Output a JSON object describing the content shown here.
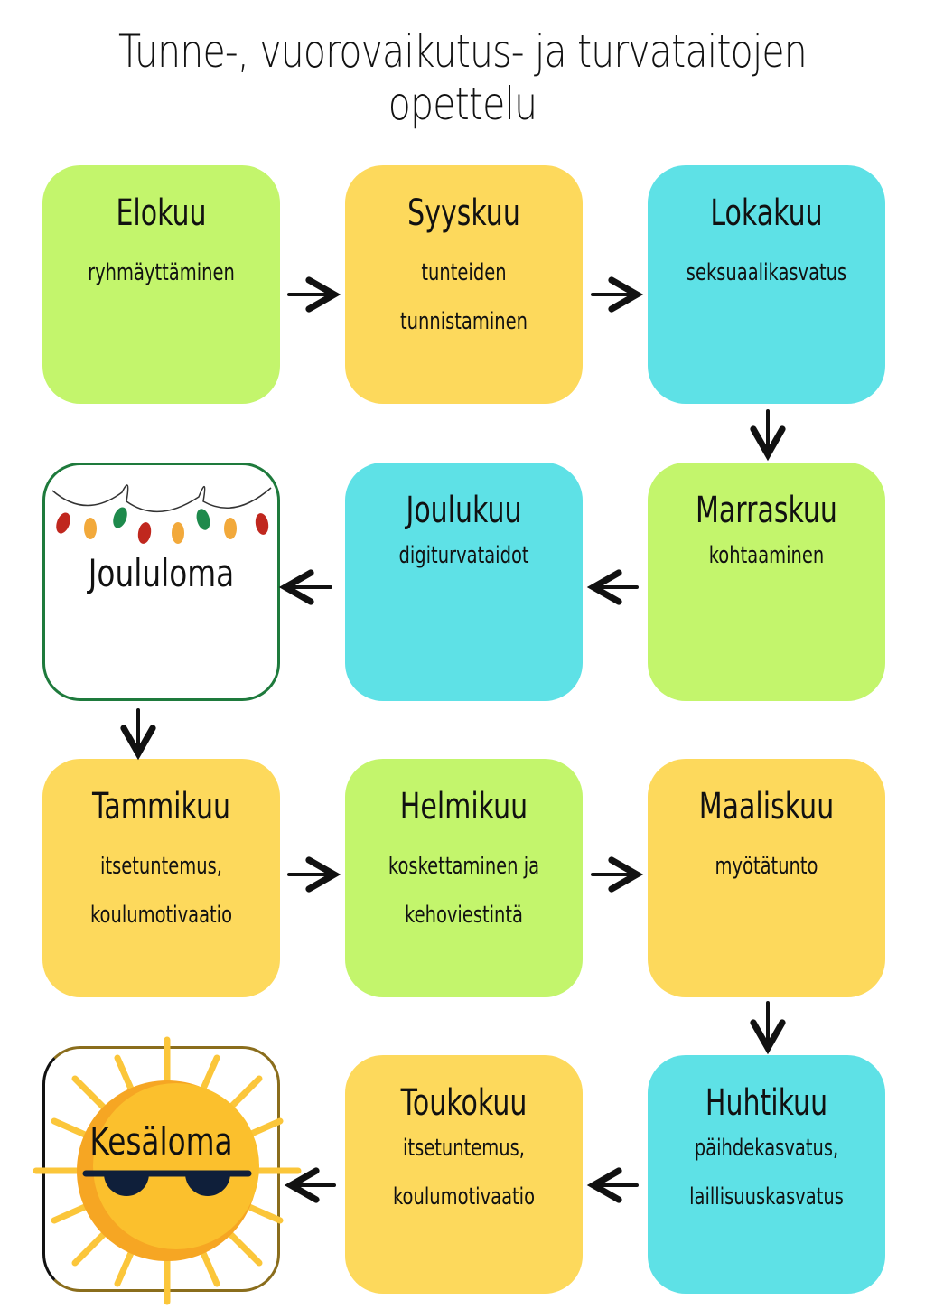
{
  "title": "Tunne-, vuorovaikutus- ja turvataitojen opettelu",
  "boxes": [
    {
      "month": "Elokuu",
      "topics": [
        "ryhmäyttäminen"
      ],
      "color": "#c3f56c"
    },
    {
      "month": "Syyskuu",
      "topics": [
        "tunteiden",
        "tunnistaminen"
      ],
      "color": "#fdd95c"
    },
    {
      "month": "Lokakuu",
      "topics": [
        "seksuaalikasvatus"
      ],
      "color": "#5ee1e6"
    },
    {
      "month": "Marraskuu",
      "topics": [
        "kohtaaminen"
      ],
      "color": "#c3f56c"
    },
    {
      "month": "Joulukuu",
      "topics": [
        "digiturvataidot"
      ],
      "color": "#5ee1e6"
    },
    {
      "month": "Joululoma"
    },
    {
      "month": "Tammikuu",
      "topics": [
        "itsetuntemus,",
        "koulumotivaatio"
      ],
      "color": "#fdd95c"
    },
    {
      "month": "Helmikuu",
      "topics": [
        "koskettaminen ja",
        "kehoviestintä"
      ],
      "color": "#c3f56c"
    },
    {
      "month": "Maaliskuu",
      "topics": [
        "myötätunto"
      ],
      "color": "#fdd95c"
    },
    {
      "month": "Huhtikuu",
      "topics": [
        "päihdekasvatus,",
        "laillisuuskasvatus"
      ],
      "color": "#5ee1e6"
    },
    {
      "month": "Toukokuu",
      "topics": [
        "itsetuntemus,",
        "koulumotivaatio"
      ],
      "color": "#fdd95c"
    },
    {
      "month": "Kesäloma"
    }
  ]
}
